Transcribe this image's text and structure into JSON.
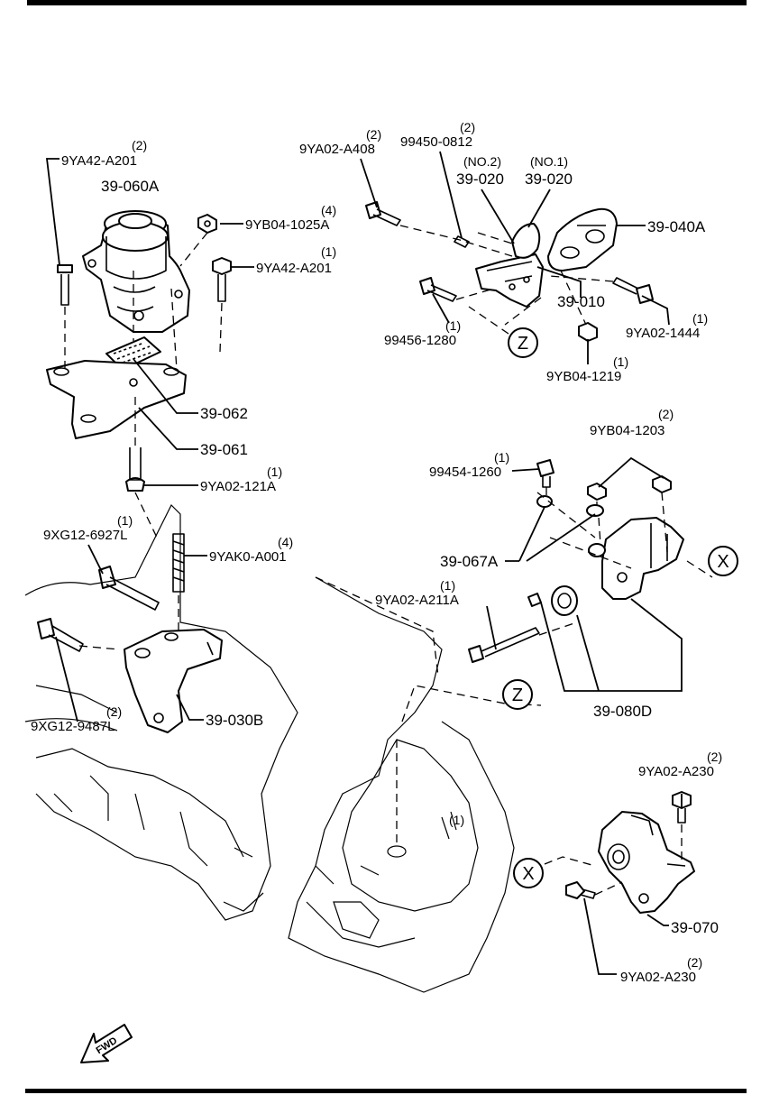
{
  "labels": {
    "l_9YA42_A201_top": {
      "code": "9YA42-A201",
      "qty": "(2)"
    },
    "l_39_060A": {
      "code": "39-060A"
    },
    "l_9YB04_1025A": {
      "code": "9YB04-1025A",
      "qty": "(4)"
    },
    "l_9YA42_A201_mid": {
      "code": "9YA42-A201",
      "qty": "(1)"
    },
    "l_39_062": {
      "code": "39-062"
    },
    "l_39_061": {
      "code": "39-061"
    },
    "l_9YA02_121A": {
      "code": "9YA02-121A",
      "qty": "(1)"
    },
    "l_9XG12_6927L": {
      "code": "9XG12-6927L",
      "qty": "(1)"
    },
    "l_9YAK0_A001": {
      "code": "9YAK0-A001",
      "qty": "(4)"
    },
    "l_9XG12_9487L": {
      "code": "9XG12-9487L",
      "qty": "(2)"
    },
    "l_39_030B": {
      "code": "39-030B"
    },
    "l_9YA02_A408": {
      "code": "9YA02-A408",
      "qty": "(2)"
    },
    "l_99450_0812": {
      "code": "99450-0812",
      "qty": "(2)"
    },
    "l_39_020_no2": {
      "code": "39-020",
      "qty": "(NO.2)"
    },
    "l_39_020_no1": {
      "code": "39-020",
      "qty": "(NO.1)"
    },
    "l_39_040A": {
      "code": "39-040A"
    },
    "l_39_010": {
      "code": "39-010"
    },
    "l_99456_1280": {
      "code": "99456-1280",
      "qty": "(1)"
    },
    "l_9YA02_1444": {
      "code": "9YA02-1444",
      "qty": "(1)"
    },
    "l_9YB04_1219": {
      "code": "9YB04-1219",
      "qty": "(1)"
    },
    "l_9YB04_1203": {
      "code": "9YB04-1203",
      "qty": "(2)"
    },
    "l_99454_1260": {
      "code": "99454-1260",
      "qty": "(1)"
    },
    "l_39_067A": {
      "code": "39-067A"
    },
    "l_9YA02_A211A": {
      "code": "9YA02-A211A",
      "qty": "(1)"
    },
    "l_39_080D": {
      "code": "39-080D"
    },
    "l_9YA02_A230_top": {
      "code": "9YA02-A230",
      "qty": "(2)"
    },
    "l_39_070": {
      "code": "39-070"
    },
    "l_9YA02_A230_bot": {
      "code": "9YA02-A230",
      "qty": "(2)"
    },
    "l_mark_1": {
      "code": "",
      "qty": "(1)"
    }
  },
  "refs": {
    "z_top": "Z",
    "z_mid": "Z",
    "x_top": "X",
    "x_bot": "X"
  },
  "fwd_arrow": {
    "text": "FWD"
  },
  "colors": {
    "ink": "#000000",
    "paper": "#ffffff"
  }
}
